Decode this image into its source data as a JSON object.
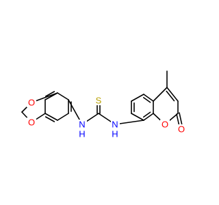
{
  "colors": {
    "background": "#ffffff",
    "bond": "#000000",
    "oxygen": "#ff0000",
    "nitrogen": "#0000ff",
    "sulfur": "#b8a000"
  },
  "atoms": {
    "o_dioxole_top": "O",
    "o_dioxole_bottom": "O",
    "s_thio": "S",
    "nh_left_n": "N",
    "nh_left_h": "H",
    "nh_right_n": "N",
    "nh_right_h": "H",
    "o_ring": "O",
    "o_carbonyl": "O"
  }
}
